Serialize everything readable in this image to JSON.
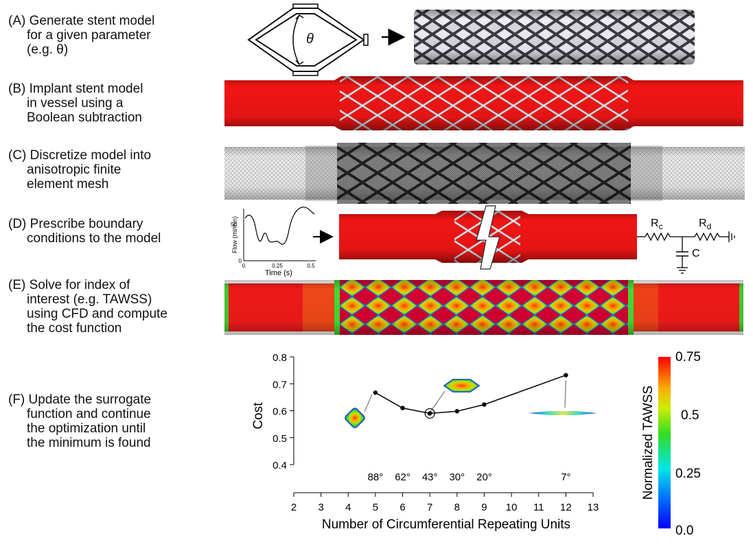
{
  "steps": [
    {
      "label": "(A)",
      "lines": [
        "Generate stent model",
        "for a given parameter",
        "(e.g. θ)"
      ]
    },
    {
      "label": "(B)",
      "lines": [
        "Implant stent model",
        "in vessel using a",
        "Boolean subtraction"
      ]
    },
    {
      "label": "(C)",
      "lines": [
        "Discretize model into",
        "anisotropic finite",
        "element mesh"
      ]
    },
    {
      "label": "(D)",
      "lines": [
        "Prescribe boundary",
        "conditions to the model"
      ]
    },
    {
      "label": "(E)",
      "lines": [
        "Solve for index of",
        "interest (e.g. TAWSS)",
        "using CFD and compute",
        "the cost function"
      ]
    },
    {
      "label": "(F)",
      "lines": [
        "Update the surrogate",
        "function and continue",
        "the optimization until",
        "the minimum is found"
      ]
    }
  ],
  "stent_unit": {
    "theta_symbol": "θ"
  },
  "flow_inset": {
    "ylabel": "Flow (ml/min)",
    "xlabel": "Time (s)",
    "yticks": [
      "0",
      "50"
    ],
    "xticks": [
      "0",
      "0.25",
      "0.5"
    ]
  },
  "circuit": {
    "Rc_main": "R",
    "Rc_sub": "c",
    "Rd_main": "R",
    "Rd_sub": "d",
    "C": "C"
  },
  "colorbar": {
    "label": "Normalized TAWSS",
    "ticks": [
      "0.75",
      "0.5",
      "0.25",
      "0.0"
    ]
  },
  "chart_data": {
    "type": "line",
    "title": "",
    "xlabel": "Number of Circumferential Repeating Units",
    "ylabel": "Cost",
    "x": [
      5,
      6,
      7,
      8,
      9,
      12
    ],
    "y": [
      0.667,
      0.61,
      0.59,
      0.598,
      0.623,
      0.732
    ],
    "angle_labels": [
      "88°",
      "62°",
      "43°",
      "30°",
      "20°",
      "7°"
    ],
    "minimum_x": 7,
    "xlim": [
      2,
      13
    ],
    "ylim": [
      0.4,
      0.8
    ],
    "xticks": [
      "2",
      "3",
      "4",
      "5",
      "6",
      "7",
      "8",
      "9",
      "10",
      "11",
      "12",
      "13"
    ],
    "yticks": [
      "0.4",
      "0.5",
      "0.6",
      "0.7",
      "0.8"
    ],
    "marker_color": "#000000"
  }
}
